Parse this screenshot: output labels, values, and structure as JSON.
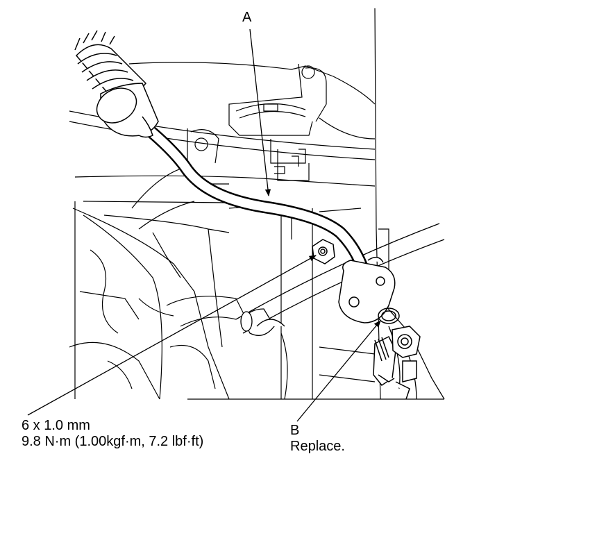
{
  "callouts": {
    "a": {
      "letter": "A"
    },
    "b": {
      "letter": "B",
      "note": "Replace."
    },
    "bolt": {
      "size": "6 x 1.0 mm",
      "torque": "9.8 N·m (1.00kgf·m, 7.2 lbf·ft)"
    }
  },
  "colors": {
    "line": "#000000",
    "background": "#ffffff"
  }
}
